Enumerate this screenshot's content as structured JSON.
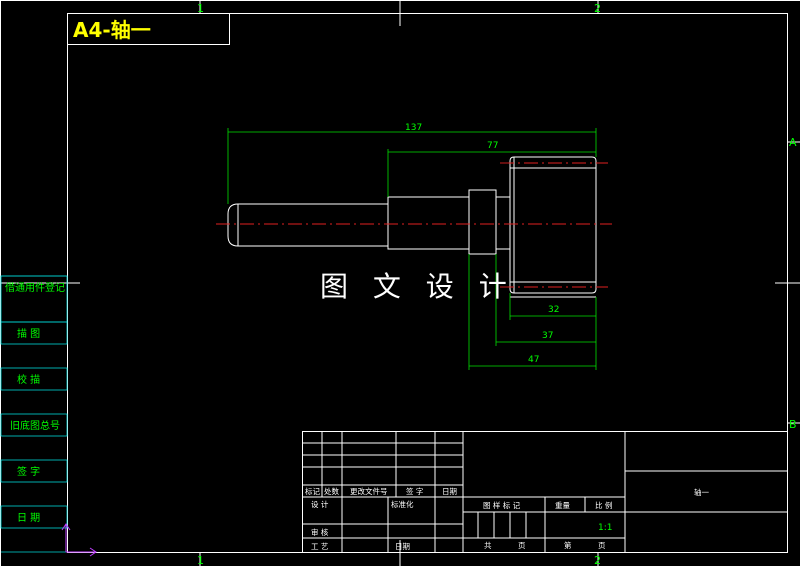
{
  "title": "A4-轴一",
  "watermark": "图 文 设 计",
  "zones": {
    "top_1": "1",
    "top_2": "2",
    "bottom_1": "1",
    "bottom_2": "2",
    "right_a": "A",
    "right_b": "B"
  },
  "dimensions": {
    "d137": "137",
    "d77": "77",
    "d32": "32",
    "d37": "37",
    "d47": "47"
  },
  "side_panel": {
    "items": [
      "借通用件登记",
      "描 图",
      "校 描",
      "旧底图总号",
      "签 字",
      "日 期"
    ]
  },
  "title_block": {
    "labels": {
      "biaoji": "标记",
      "chushu": "处数",
      "wenjian": "更改文件号",
      "qianzi": "签 字",
      "riqi": "日期",
      "sheji": "设 计",
      "biaozhunhua": "标准化",
      "tuyang": "图 样 标 记",
      "zhongliang": "重量",
      "bili": "比 例",
      "shenhe": "审 核",
      "gongyi": "工 艺",
      "riqi2": "日期",
      "gong": "共",
      "ye1": "页",
      "di": "第",
      "ye2": "页"
    },
    "scale_value": "1:1",
    "part_name": "轴一"
  },
  "colors": {
    "background": "#000000",
    "lines": "#ffffff",
    "dimensions": "#00ff00",
    "center_lines": "#e02020",
    "title": "#ffff00"
  }
}
